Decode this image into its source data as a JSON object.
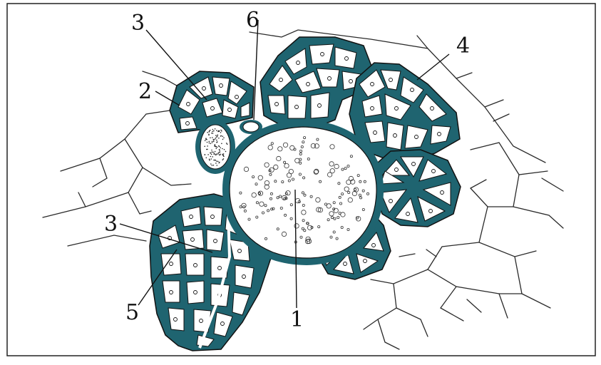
{
  "diagram": {
    "colors": {
      "tissue": "#1f6470",
      "cell": "#ffffff",
      "outline": "#111111"
    },
    "labels": [
      {
        "id": "label-1",
        "text": "1"
      },
      {
        "id": "label-2",
        "text": "2"
      },
      {
        "id": "label-3a",
        "text": "3"
      },
      {
        "id": "label-3b",
        "text": "3"
      },
      {
        "id": "label-4",
        "text": "4"
      },
      {
        "id": "label-5",
        "text": "5"
      },
      {
        "id": "label-6",
        "text": "6"
      }
    ]
  }
}
